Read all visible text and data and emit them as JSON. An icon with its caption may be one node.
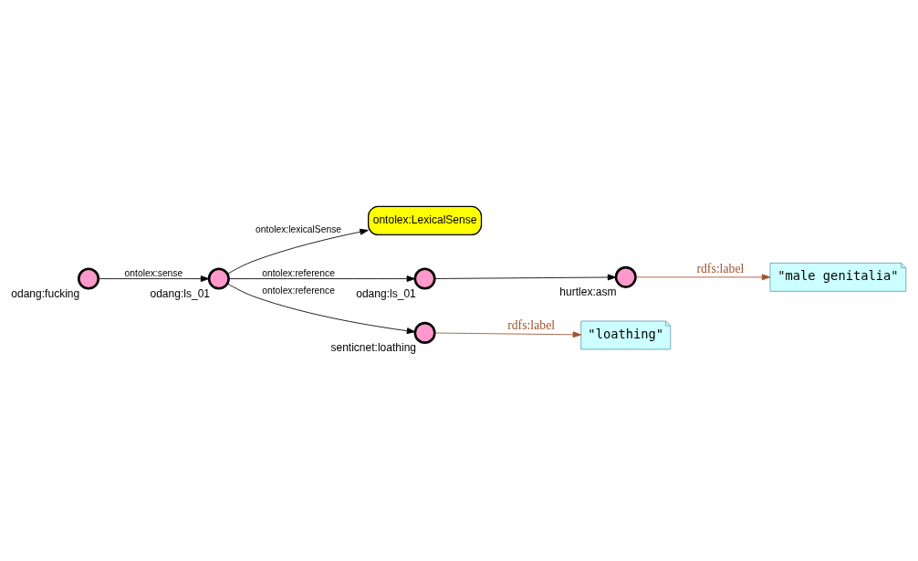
{
  "diagram": {
    "nodes": [
      {
        "text": [
          "ontolex:LexicalSense"
        ]
      },
      {
        "text": [],
        "shape": "circle",
        "beside": [
          "odang:ls_01"
        ]
      },
      {
        "text": [],
        "shape": "circle",
        "beside": [
          "odang:fucking"
        ]
      },
      {
        "text": [],
        "shape": "circle",
        "beside": [
          "odang:ls_01"
        ]
      },
      {
        "text": [],
        "shape": "circle",
        "beside": [
          "hurtlex:asm"
        ]
      },
      {
        "text": [
          "\"male genitalia\""
        ]
      },
      {
        "text": [],
        "shape": "circle",
        "beside": [
          "senticnet:loathing"
        ]
      },
      {
        "text": [
          "\"loathing\""
        ]
      }
    ],
    "edges": [
      {
        "from": 2,
        "to": 3,
        "arrow": "to",
        "label": "ontolex:sense"
      },
      {
        "from": 3,
        "to": 0,
        "arrow": "to",
        "label": "ontolex:lexicalSense"
      },
      {
        "from": 3,
        "to": 1,
        "arrow": "to",
        "label": "ontolex:reference"
      },
      {
        "from": 1,
        "to": 4,
        "arrow": "to"
      },
      {
        "from": 3,
        "to": 6,
        "arrow": "to",
        "label": "ontolex:reference"
      },
      {
        "from": 4,
        "to": 5,
        "arrow": "to",
        "label": "rdfs:label",
        "color": "#a0522d"
      },
      {
        "from": 6,
        "to": 7,
        "arrow": "to",
        "label": "rdfs:label",
        "color": "#a0522d"
      }
    ]
  }
}
